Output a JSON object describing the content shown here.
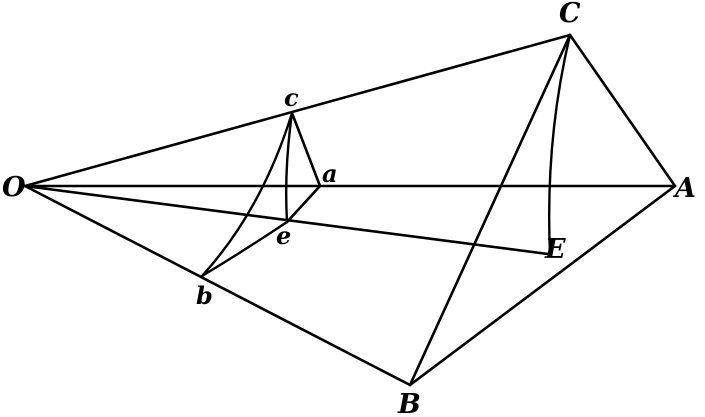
{
  "figure": {
    "labels": {
      "O": "O",
      "A": "A",
      "B": "B",
      "C": "C",
      "E": "E",
      "a": "a",
      "b": "b",
      "c": "c",
      "e": "e"
    }
  }
}
